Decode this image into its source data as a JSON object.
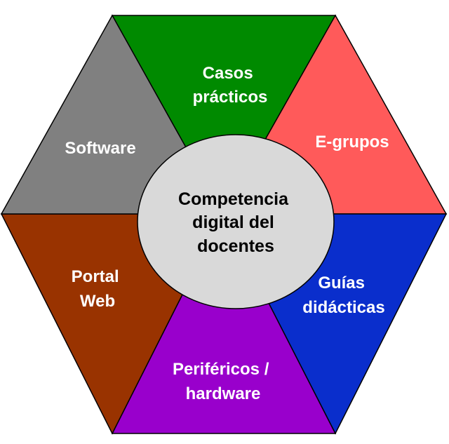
{
  "center": {
    "lines": [
      "Competencia",
      "digital  del",
      "docentes"
    ],
    "fill": "#d9d9d9"
  },
  "segments": [
    {
      "id": "casos-practicos",
      "lines": [
        "Casos",
        "prácticos"
      ],
      "fill": "#008a00"
    },
    {
      "id": "e-grupos",
      "lines": [
        "E-grupos"
      ],
      "fill": "#ff5a5a"
    },
    {
      "id": "guias-didacticas",
      "lines": [
        "Guías",
        "didácticas"
      ],
      "fill": "#0a2ecc"
    },
    {
      "id": "perifericos-hardware",
      "lines": [
        "Periféricos /",
        "hardware"
      ],
      "fill": "#9900cc"
    },
    {
      "id": "portal-web",
      "lines": [
        "Portal",
        "Web"
      ],
      "fill": "#993300"
    },
    {
      "id": "software",
      "lines": [
        "Software"
      ],
      "fill": "#808080"
    }
  ]
}
